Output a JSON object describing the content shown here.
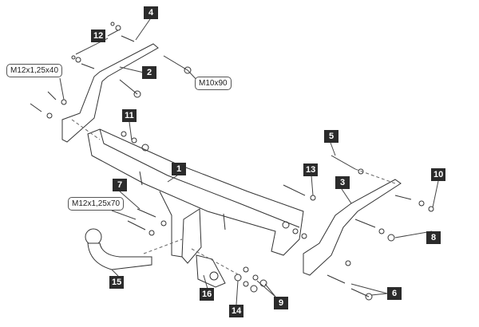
{
  "part_numbers": {
    "p1": "1",
    "p2": "2",
    "p3": "3",
    "p4": "4",
    "p5": "5",
    "p6": "6",
    "p7": "7",
    "p8": "8",
    "p9": "9",
    "p10": "10",
    "p11": "11",
    "p12": "12",
    "p13": "13",
    "p14": "14",
    "p15": "15",
    "p16": "16"
  },
  "callouts": {
    "bolt_left_top": "M12x1,25x40",
    "bolt_right_top": "M10x90",
    "bolt_left_bottom": "M12x1,25x70"
  },
  "colors": {
    "label_bg": "#2b2b2b",
    "line": "#333333"
  }
}
